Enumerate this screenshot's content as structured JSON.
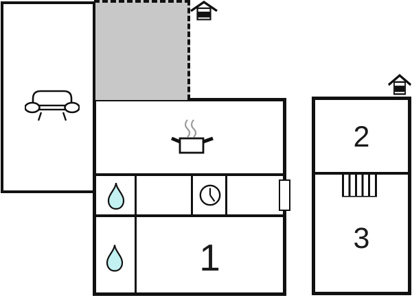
{
  "floorplan": {
    "room_labels": {
      "room1": "1",
      "room2": "2",
      "room3": "3"
    },
    "icons": [
      "sofa-icon",
      "cooking-pot-icon",
      "clock-icon",
      "water-drop-icon",
      "water-drop-icon",
      "entrance-icon",
      "entrance-icon",
      "stairs-icon",
      "door-icon"
    ],
    "colors": {
      "wall": "#111111",
      "terrace": "#c8c8c8",
      "water_drop": "#c3f1f1",
      "steam": "#9a9a9a",
      "background": "#ffffff"
    }
  }
}
